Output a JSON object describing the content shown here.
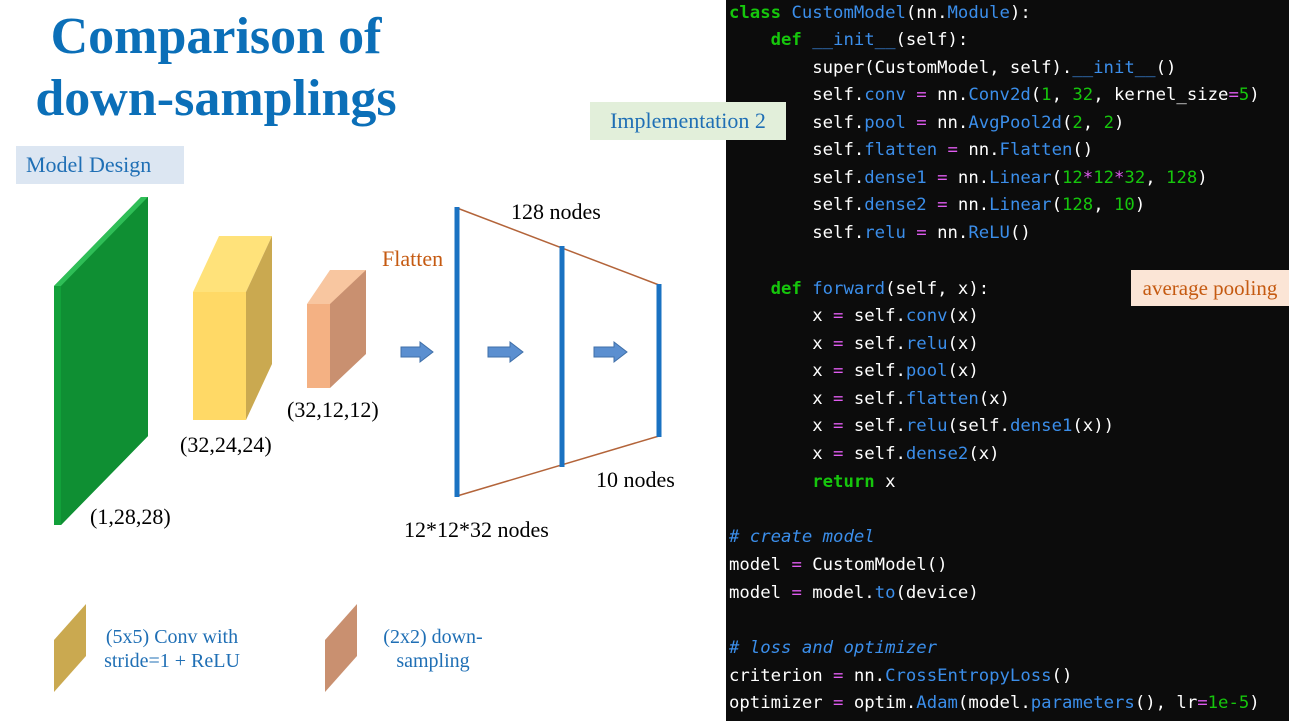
{
  "slide": {
    "title_line1": "Comparison of",
    "title_line2": "down-samplings",
    "model_design_label": "Model Design",
    "implementation_label": "Implementation 2",
    "average_pooling_label": "average pooling"
  },
  "diagram": {
    "input_shape": "(1,28,28)",
    "conv_shape": "(32,24,24)",
    "pool_shape": "(32,12,12)",
    "flatten_label": "Flatten",
    "layer1_nodes": "12*12*32 nodes",
    "layer2_nodes": "128 nodes",
    "layer3_nodes": "10 nodes",
    "colors": {
      "input": "#12a03a",
      "conv": "#d5b55a",
      "pool": "#c99070",
      "arrow": "#4f84c4",
      "layer_line": "#1a72c2",
      "trapezoid_edge": "#b3643a"
    }
  },
  "legend": {
    "conv_line1": "(5x5) Conv with",
    "conv_line2": "stride=1 + ReLU",
    "pool_line1": "(2x2) down-",
    "pool_line2": "sampling"
  },
  "code": {
    "l1": "CustomModel",
    "l2": "__init__",
    "l3a": "super(CustomModel, self).",
    "l3b": "__init__",
    "l4": "Conv2d",
    "l5": "AvgPool2d",
    "l6": "Flatten",
    "l7": "Linear",
    "l8": "Linear",
    "l9": "ReLU",
    "l10": "forward",
    "comment1": "# create model",
    "comment2": "# loss and optimizer",
    "loss": "CrossEntropyLoss",
    "optim": "Adam"
  }
}
